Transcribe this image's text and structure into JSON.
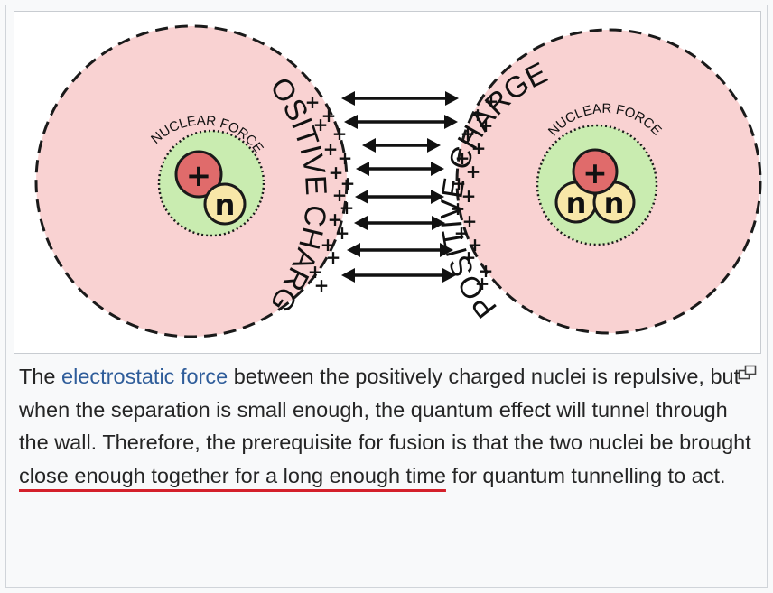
{
  "diagram": {
    "left_nucleus": {
      "force_label": "NUCLEAR FORCE",
      "charge_label": "POSITIVE CHARGE",
      "particles": [
        "+",
        "n"
      ]
    },
    "right_nucleus": {
      "force_label": "NUCLEAR FORCE",
      "charge_label": "POSITIVE CHARGE",
      "particles": [
        "+",
        "n",
        "n"
      ]
    },
    "charge_symbol": "+",
    "colors": {
      "charge_region": "#f9d2d2",
      "nuclear_force_region": "#c9ecb0",
      "proton": "#e06b6b",
      "neutron": "#f8e7a8",
      "underline": "#d4202a",
      "link": "#2f5d9a"
    }
  },
  "caption": {
    "part1": "The ",
    "link_text": "electrostatic force",
    "part2": " between the positively charged nuclei is repulsive, but when the separation is small enough, the quantum effect will tunnel through the wall. Therefore, the prerequisite for fusion is that the two nuclei be brought",
    "underlined": " close enough together for a long enough time",
    "part3": " for quantum tunnelling to act."
  },
  "enlarge_icon": "enlarge-icon"
}
